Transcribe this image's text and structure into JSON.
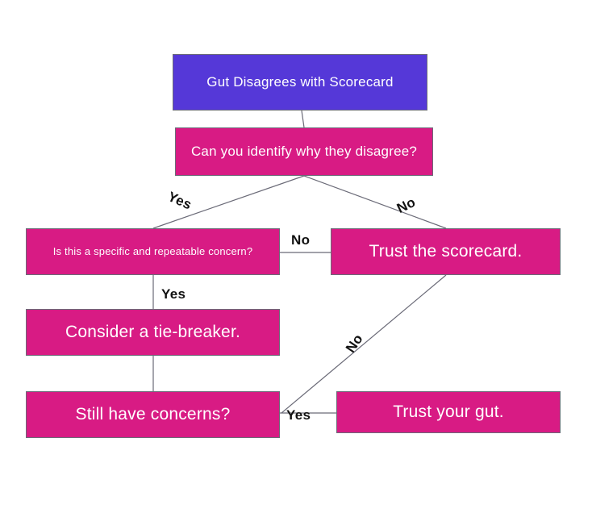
{
  "diagram": {
    "title": "Gut Disagrees with Scorecard decision flowchart",
    "type": "flowchart",
    "colors": {
      "start_node": "#5538D8",
      "decision_node": "#D81B84",
      "node_text": "#FFFFFF",
      "edge_line": "#6b6b78",
      "edge_label_text": "#111111",
      "background": "#FFFFFF"
    },
    "nodes": [
      {
        "id": "start",
        "label": "Gut Disagrees with Scorecard",
        "shape": "rect",
        "color": "#5538D8"
      },
      {
        "id": "why",
        "label": "Can you identify why they disagree?",
        "shape": "rect",
        "color": "#D81B84"
      },
      {
        "id": "specific",
        "label": "Is this a specific and repeatable concern?",
        "shape": "rect",
        "color": "#D81B84"
      },
      {
        "id": "trust-scorecard",
        "label": "Trust the scorecard.",
        "shape": "rect",
        "color": "#D81B84"
      },
      {
        "id": "tie-breaker",
        "label": "Consider a tie-breaker.",
        "shape": "rect",
        "color": "#D81B84"
      },
      {
        "id": "still-concerns",
        "label": "Still have concerns?",
        "shape": "rect",
        "color": "#D81B84"
      },
      {
        "id": "trust-gut",
        "label": "Trust your gut.",
        "shape": "rect",
        "color": "#D81B84"
      }
    ],
    "edges": [
      {
        "from": "start",
        "to": "why",
        "label": ""
      },
      {
        "from": "why",
        "to": "specific",
        "label": "Yes"
      },
      {
        "from": "why",
        "to": "trust-scorecard",
        "label": "No"
      },
      {
        "from": "specific",
        "to": "trust-scorecard",
        "label": "No"
      },
      {
        "from": "specific",
        "to": "tie-breaker",
        "label": "Yes"
      },
      {
        "from": "tie-breaker",
        "to": "still-concerns",
        "label": ""
      },
      {
        "from": "still-concerns",
        "to": "trust-scorecard",
        "label": "No"
      },
      {
        "from": "still-concerns",
        "to": "trust-gut",
        "label": "Yes"
      }
    ],
    "edge_labels": {
      "why_yes": "Yes",
      "why_no": "No",
      "specific_no": "No",
      "specific_yes": "Yes",
      "concerns_no": "No",
      "concerns_yes": "Yes"
    }
  }
}
